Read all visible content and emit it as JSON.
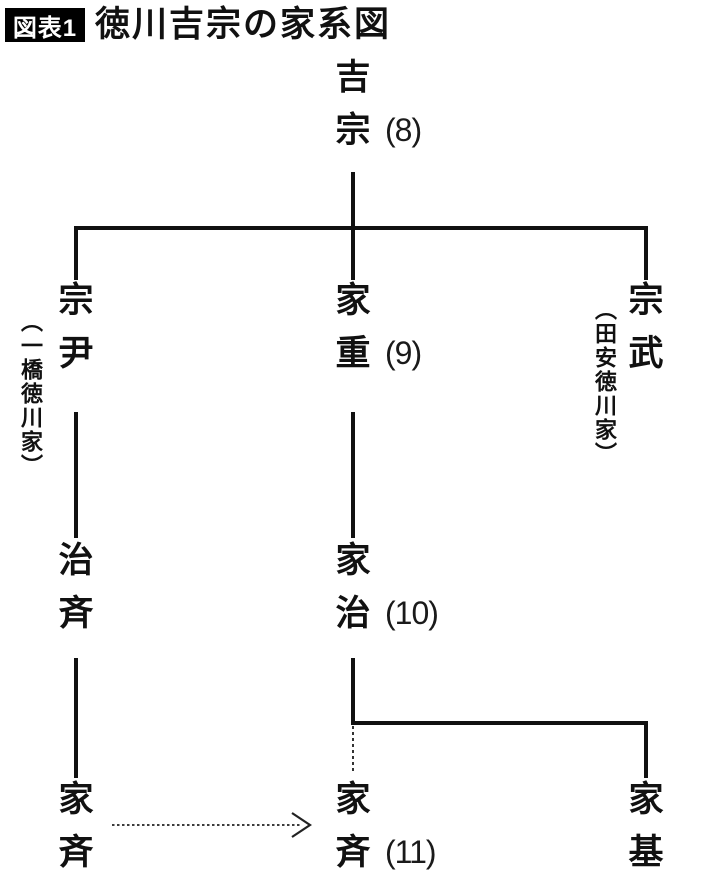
{
  "colors": {
    "background": "#ffffff",
    "line": "#111111",
    "dashed_line": "#333333",
    "text": "#111111",
    "tag_background": "#000000",
    "tag_text": "#ffffff"
  },
  "header": {
    "tag": "図表1",
    "title": "徳川吉宗の家系図"
  },
  "tree": {
    "persons": [
      {
        "id": "yoshimune",
        "chars": [
          "吉",
          "宗"
        ],
        "number": "(8)",
        "branch_label": ""
      },
      {
        "id": "munetada",
        "chars": [
          "宗",
          "尹"
        ],
        "number": "",
        "branch_label": "（一橋徳川家）"
      },
      {
        "id": "ieshige",
        "chars": [
          "家",
          "重"
        ],
        "number": "(9)",
        "branch_label": ""
      },
      {
        "id": "munetake",
        "chars": [
          "宗",
          "武"
        ],
        "number": "",
        "branch_label": "（田安徳川家）"
      },
      {
        "id": "harusada",
        "chars": [
          "治",
          "斉"
        ],
        "number": "",
        "branch_label": ""
      },
      {
        "id": "ieharu",
        "chars": [
          "家",
          "治"
        ],
        "number": "(10)",
        "branch_label": ""
      },
      {
        "id": "ienari-hitotsubashi",
        "chars": [
          "家",
          "斉"
        ],
        "number": "",
        "branch_label": ""
      },
      {
        "id": "ienari",
        "chars": [
          "家",
          "斉"
        ],
        "number": "(11)",
        "branch_label": ""
      },
      {
        "id": "iemoto",
        "chars": [
          "家",
          "基"
        ],
        "number": "",
        "branch_label": ""
      }
    ],
    "edges": [
      {
        "from": "吉宗",
        "to": "宗尹",
        "style": "solid"
      },
      {
        "from": "吉宗",
        "to": "家重",
        "style": "solid"
      },
      {
        "from": "吉宗",
        "to": "宗武",
        "style": "solid"
      },
      {
        "from": "宗尹",
        "to": "治斉",
        "style": "solid"
      },
      {
        "from": "家重",
        "to": "家治",
        "style": "solid"
      },
      {
        "from": "治斉",
        "to": "家斉",
        "style": "solid"
      },
      {
        "from": "家治",
        "to": "家斉(11)",
        "style": "dashed"
      },
      {
        "from": "家治",
        "to": "家基",
        "style": "solid"
      },
      {
        "from": "家斉",
        "to": "家斉(11)",
        "style": "dashed-arrow"
      }
    ]
  }
}
